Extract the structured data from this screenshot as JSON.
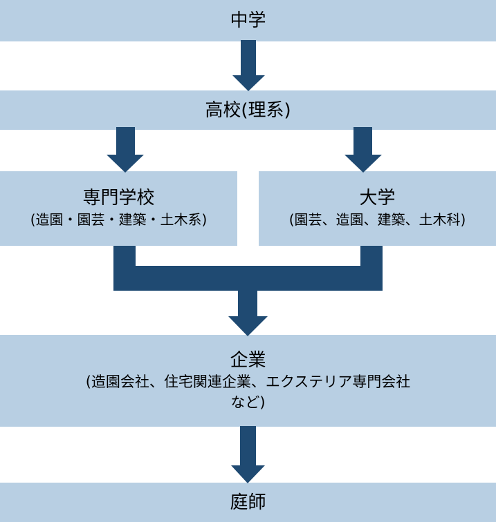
{
  "colors": {
    "box_fill": "#b8cfe3",
    "arrow_fill": "#1f4a72",
    "text": "#000000"
  },
  "nodes": {
    "junior_high": {
      "title": "中学"
    },
    "high_school": {
      "title": "高校(理系)"
    },
    "vocational_school": {
      "title": "専門学校",
      "subtitle": "(造園・園芸・建築・土木系)"
    },
    "university": {
      "title": "大学",
      "subtitle": "(園芸、造園、建築、土木科)"
    },
    "company": {
      "title": "企業",
      "subtitle_line1": "(造園会社、住宅関連企業、エクステリア専門会社",
      "subtitle_line2": "など)"
    },
    "gardener": {
      "title": "庭師"
    }
  },
  "edges": [
    {
      "from": "junior_high",
      "to": "high_school"
    },
    {
      "from": "high_school",
      "to": "vocational_school"
    },
    {
      "from": "high_school",
      "to": "university"
    },
    {
      "from": "vocational_school",
      "to": "company"
    },
    {
      "from": "university",
      "to": "company"
    },
    {
      "from": "company",
      "to": "gardener"
    }
  ]
}
